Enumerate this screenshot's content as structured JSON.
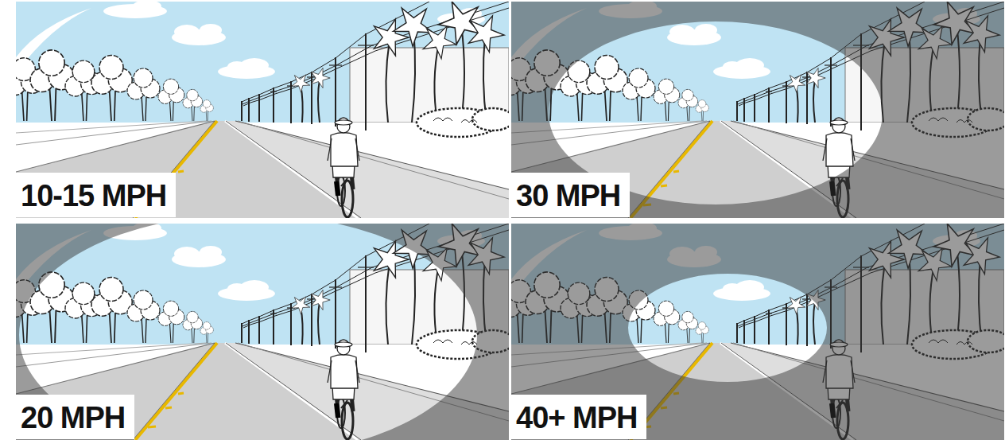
{
  "diagram": {
    "labels": [
      "10-15 MPH",
      "30 MPH",
      "20 MPH",
      "40+ MPH"
    ]
  }
}
